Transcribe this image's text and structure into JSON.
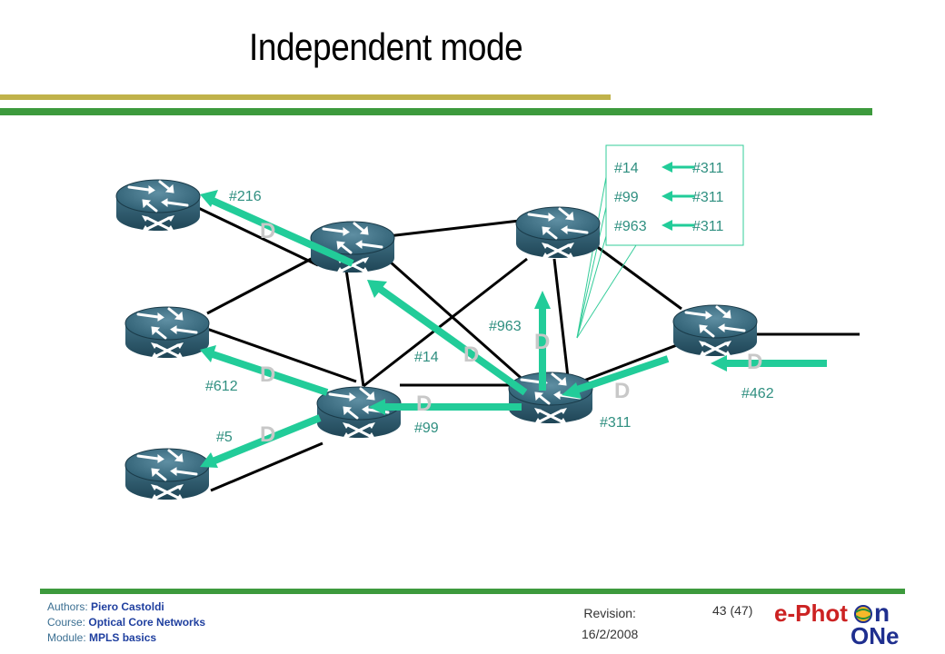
{
  "title": "Independent mode",
  "labels": {
    "l216": "#216",
    "l612": "#612",
    "l5": "#5",
    "l14": "#14",
    "l99": "#99",
    "l963": "#963",
    "l311": "#311",
    "l462": "#462"
  },
  "d_marker": "D",
  "table": [
    {
      "in": "#14",
      "out": "#311"
    },
    {
      "in": "#99",
      "out": "#311"
    },
    {
      "in": "#963",
      "out": "#311"
    }
  ],
  "footer": {
    "authors_label": "Authors:",
    "authors": "Piero Castoldi",
    "course_label": "Course:",
    "course": "Optical Core Networks",
    "module_label": "Module:",
    "module": "MPLS basics",
    "revision_label": "Revision:",
    "revision_date": "16/2/2008",
    "page": "43 (47)"
  },
  "logo": {
    "line1": "e-Phot",
    "line1_end": "n",
    "line2": "ONe"
  },
  "colors": {
    "arrow": "#22cc99",
    "label": "#2f8f80",
    "olive_bar": "#c0b24a",
    "green_bar": "#3d9a3d",
    "logo_red": "#cc2222",
    "logo_blue": "#1f2f8f"
  }
}
